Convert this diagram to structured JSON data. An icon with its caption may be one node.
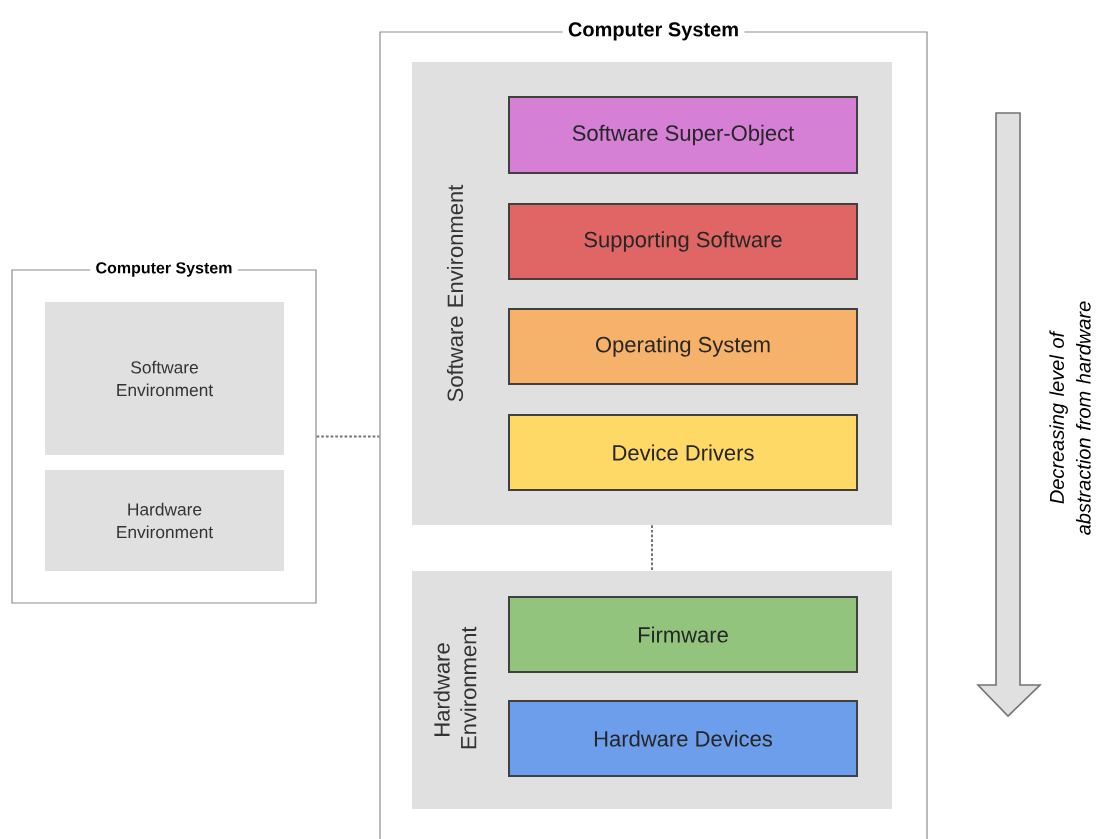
{
  "diagram": {
    "nodes": [
      {
        "text": [
          "Computer System"
        ]
      },
      {
        "text": [
          "Software Environment"
        ],
        "in": 0
      },
      {
        "text": [
          "Hardware Environment"
        ],
        "in": 0
      },
      {
        "text": [
          "Computer System"
        ]
      },
      {
        "text": [
          "Software Environment"
        ],
        "in": 3
      },
      {
        "text": [
          "Software Super-Object"
        ],
        "in": 4
      },
      {
        "text": [
          "Supporting Software"
        ],
        "in": 4
      },
      {
        "text": [
          "Operating System"
        ],
        "in": 4
      },
      {
        "text": [
          "Device Drivers"
        ],
        "in": 4
      },
      {
        "text": [
          "Hardware Environment"
        ],
        "in": 3
      },
      {
        "text": [
          "Firmware"
        ],
        "in": 9
      },
      {
        "text": [
          "Hardware Devices"
        ],
        "in": 9
      }
    ],
    "edges": [
      {
        "from": 0,
        "to": 3,
        "arrow": "none",
        "style": "dashed"
      },
      {
        "from": 4,
        "to": 9,
        "arrow": "none",
        "style": "dashed"
      }
    ],
    "labels": [
      "Decreasing level of abstraction from hardware"
    ]
  }
}
